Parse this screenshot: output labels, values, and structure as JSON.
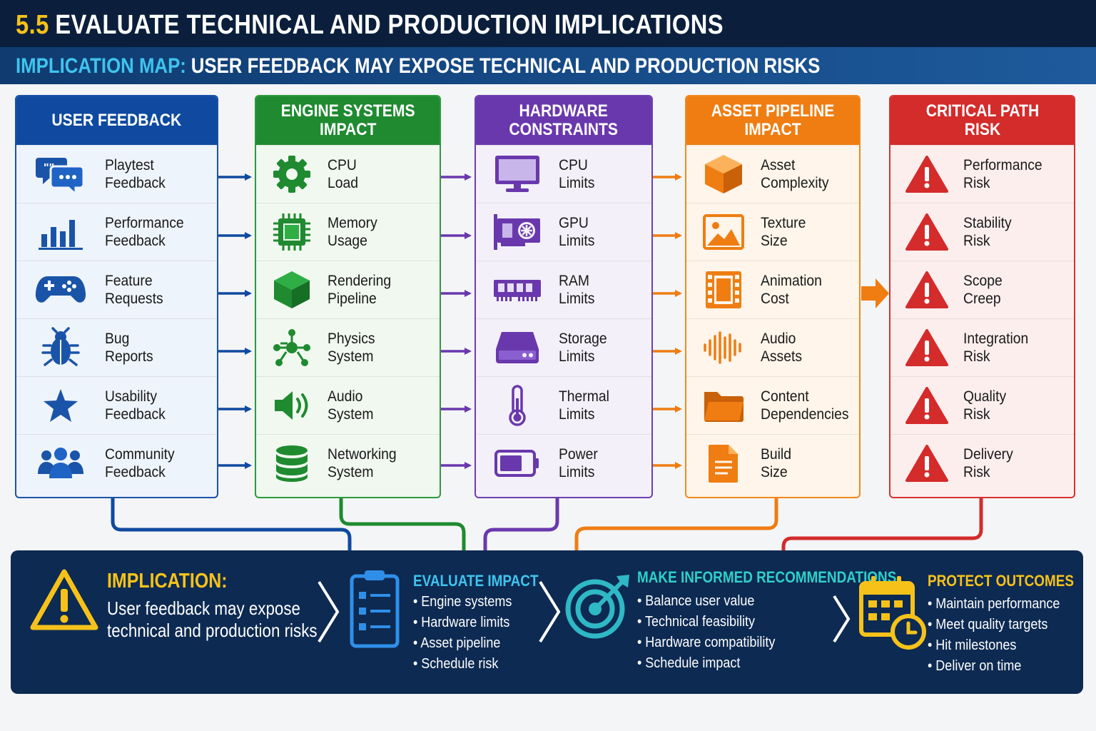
{
  "header": {
    "section_number": "5.5",
    "title": "EVALUATE TECHNICAL AND PRODUCTION IMPLICATIONS",
    "subtitle_lead": "IMPLICATION MAP:",
    "subtitle_rest": "USER FEEDBACK MAY EXPOSE TECHNICAL AND PRODUCTION RISKS"
  },
  "colors": {
    "blue": "#0f4aa0",
    "green": "#1f8a30",
    "purple": "#6a38ad",
    "orange": "#ef7d12",
    "red": "#d42b2b",
    "navy": "#0d2a52",
    "yellow": "#f6c21a",
    "cyan": "#3fc4ee"
  },
  "columns": [
    {
      "title": "USER FEEDBACK",
      "items": [
        {
          "label": "Playtest\nFeedback",
          "icon": "chat-bubbles-icon"
        },
        {
          "label": "Performance\nFeedback",
          "icon": "bar-chart-icon"
        },
        {
          "label": "Feature\nRequests",
          "icon": "gamepad-icon"
        },
        {
          "label": "Bug\nReports",
          "icon": "bug-icon"
        },
        {
          "label": "Usability\nFeedback",
          "icon": "star-icon"
        },
        {
          "label": "Community\nFeedback",
          "icon": "people-icon"
        }
      ]
    },
    {
      "title": "ENGINE SYSTEMS\nIMPACT",
      "items": [
        {
          "label": "CPU\nLoad",
          "icon": "gear-icon"
        },
        {
          "label": "Memory\nUsage",
          "icon": "chip-icon"
        },
        {
          "label": "Rendering\nPipeline",
          "icon": "cube-icon"
        },
        {
          "label": "Physics\nSystem",
          "icon": "network-nodes-icon"
        },
        {
          "label": "Audio\nSystem",
          "icon": "speaker-icon"
        },
        {
          "label": "Networking\nSystem",
          "icon": "database-icon"
        }
      ]
    },
    {
      "title": "HARDWARE\nCONSTRAINTS",
      "items": [
        {
          "label": "CPU\nLimits",
          "icon": "monitor-icon"
        },
        {
          "label": "GPU\nLimits",
          "icon": "graphics-card-icon"
        },
        {
          "label": "RAM\nLimits",
          "icon": "ram-stick-icon"
        },
        {
          "label": "Storage\nLimits",
          "icon": "hard-drive-icon"
        },
        {
          "label": "Thermal\nLimits",
          "icon": "thermometer-icon"
        },
        {
          "label": "Power\nLimits",
          "icon": "battery-icon"
        }
      ]
    },
    {
      "title": "ASSET PIPELINE\nIMPACT",
      "items": [
        {
          "label": "Asset\nComplexity",
          "icon": "box-icon"
        },
        {
          "label": "Texture\nSize",
          "icon": "image-icon"
        },
        {
          "label": "Animation\nCost",
          "icon": "film-strip-icon"
        },
        {
          "label": "Audio\nAssets",
          "icon": "sound-wave-icon"
        },
        {
          "label": "Content\nDependencies",
          "icon": "folder-icon"
        },
        {
          "label": "Build\nSize",
          "icon": "document-icon"
        }
      ]
    },
    {
      "title": "CRITICAL PATH\nRISK",
      "items": [
        {
          "label": "Performance\nRisk",
          "icon": "warning-icon"
        },
        {
          "label": "Stability\nRisk",
          "icon": "warning-icon"
        },
        {
          "label": "Scope\nCreep",
          "icon": "warning-icon"
        },
        {
          "label": "Integration\nRisk",
          "icon": "warning-icon"
        },
        {
          "label": "Quality\nRisk",
          "icon": "warning-icon"
        },
        {
          "label": "Delivery\nRisk",
          "icon": "warning-icon"
        }
      ]
    }
  ],
  "bottom": {
    "implication_heading": "IMPLICATION:",
    "implication_text": "User feedback may expose\ntechnical and production risks",
    "evaluate": {
      "heading": "EVALUATE IMPACT",
      "items": [
        "Engine systems",
        "Hardware limits",
        "Asset pipeline",
        "Schedule risk"
      ]
    },
    "recommend": {
      "heading": "MAKE INFORMED RECOMMENDATIONS",
      "items": [
        "Balance user value",
        "Technical feasibility",
        "Hardware compatibility",
        "Schedule impact"
      ]
    },
    "protect": {
      "heading": "PROTECT OUTCOMES",
      "items": [
        "Maintain performance",
        "Meet quality targets",
        "Hit milestones",
        "Deliver on time"
      ]
    }
  }
}
